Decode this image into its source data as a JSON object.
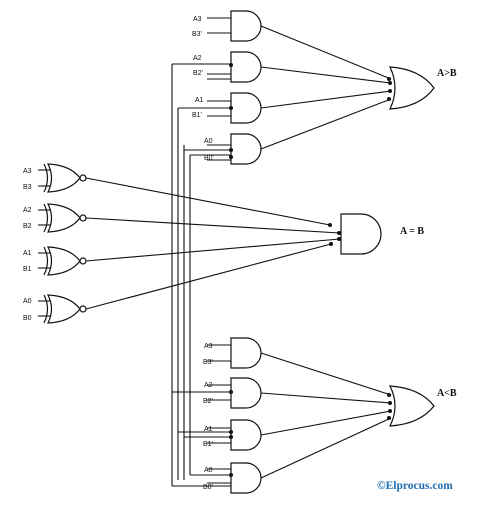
{
  "diagram": {
    "gt_group": {
      "inputs": [
        [
          "A3",
          "B3'"
        ],
        [
          "A2",
          "B2'"
        ],
        [
          "A1",
          "B1'"
        ],
        [
          "A0",
          "B0'"
        ]
      ],
      "output": "A>B"
    },
    "eq_group": {
      "inputs": [
        [
          "A3",
          "B3"
        ],
        [
          "A2",
          "B2"
        ],
        [
          "A1",
          "B1"
        ],
        [
          "A0",
          "B0"
        ]
      ],
      "output": "A = B"
    },
    "lt_group": {
      "inputs": [
        [
          "A3",
          "B3'"
        ],
        [
          "A2",
          "B2'"
        ],
        [
          "A1",
          "B1'"
        ],
        [
          "A0",
          "B0'"
        ]
      ],
      "output": "A<B"
    },
    "watermark": "©Elprocus.com"
  },
  "colors": {
    "line": "#111111",
    "watermark": "#1f6fb2",
    "background": "#ffffff"
  }
}
